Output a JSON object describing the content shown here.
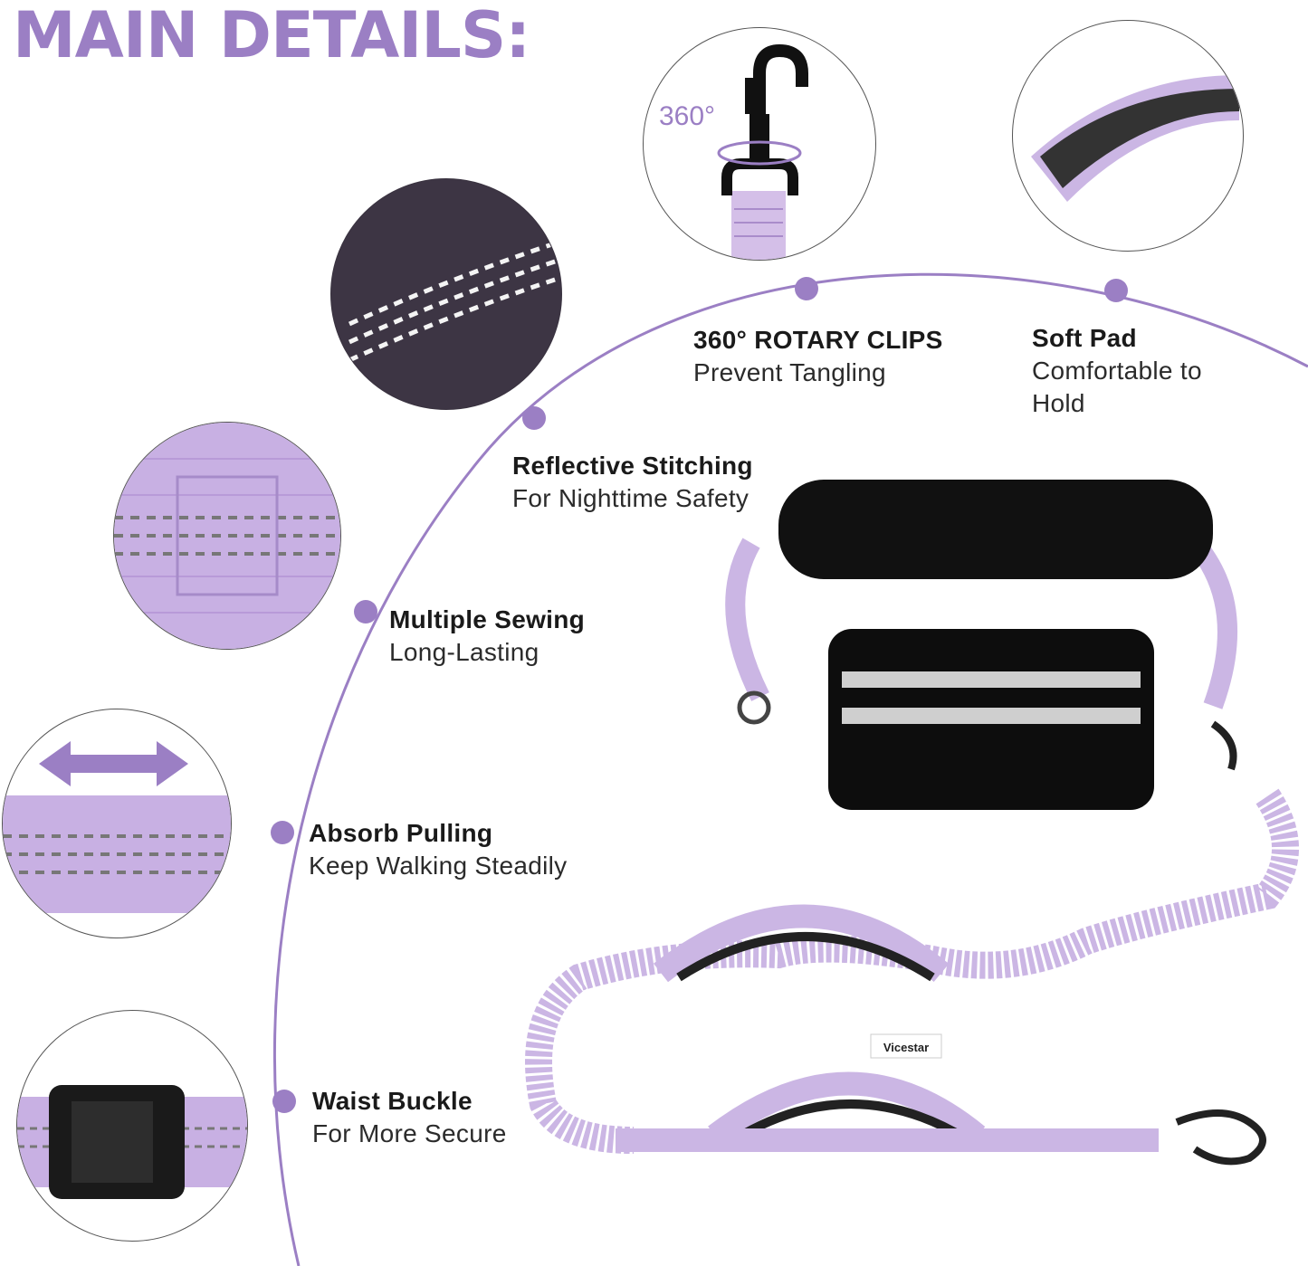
{
  "title": "MAIN DETAILS:",
  "accent_color": "#9b7fc4",
  "rotation_label": "360°",
  "features": [
    {
      "heading": "360°  ROTARY CLIPS",
      "sub": [
        "Prevent Tangling"
      ]
    },
    {
      "heading": "Soft Pad",
      "sub": [
        "Comfortable to",
        "Hold"
      ]
    },
    {
      "heading": "Reflective Stitching",
      "sub": [
        "For Nighttime Safety"
      ]
    },
    {
      "heading": "Multiple Sewing",
      "sub": [
        "Long-Lasting"
      ]
    },
    {
      "heading": "Absorb Pulling",
      "sub": [
        "Keep Walking Steadily"
      ]
    },
    {
      "heading": "Waist Buckle",
      "sub": [
        "For More Secure"
      ]
    }
  ],
  "brand_tag": "Vicestar"
}
